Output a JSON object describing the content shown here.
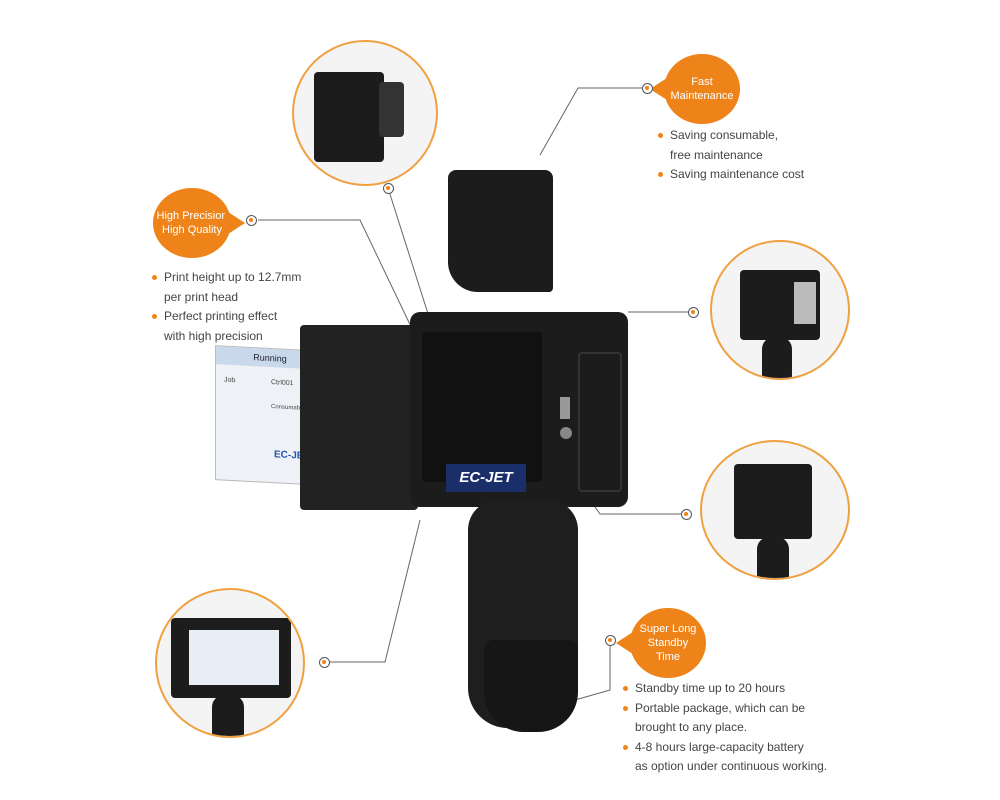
{
  "features": [
    {
      "title_lines": [
        "Fast",
        "Maintenance"
      ],
      "bullets": [
        [
          "Saving consumable,",
          "free maintenance"
        ],
        [
          "Saving maintenance cost"
        ]
      ]
    },
    {
      "title_lines": [
        "High Precision",
        "High Quality"
      ],
      "bullets": [
        [
          "Print height up to 12.7mm",
          "per print head"
        ],
        [
          "Perfect printing effect",
          "with high precision"
        ]
      ]
    },
    {
      "title_lines": [
        "Super Long",
        "Standby",
        "Time"
      ],
      "bullets": [
        [
          "Standby time up to 20 hours"
        ],
        [
          "Portable package, which can be",
          "brought to any place."
        ],
        [
          "4-8 hours large-capacity battery",
          "as option under continuous working."
        ]
      ]
    }
  ],
  "device": {
    "brand": "EC-JET",
    "screen_status": "Running",
    "screen_job_label": "Job",
    "screen_job_value": "Ctrl001",
    "screen_section": "Consumables"
  },
  "colors": {
    "accent": "#ee8419",
    "device": "#1c1c1c"
  }
}
